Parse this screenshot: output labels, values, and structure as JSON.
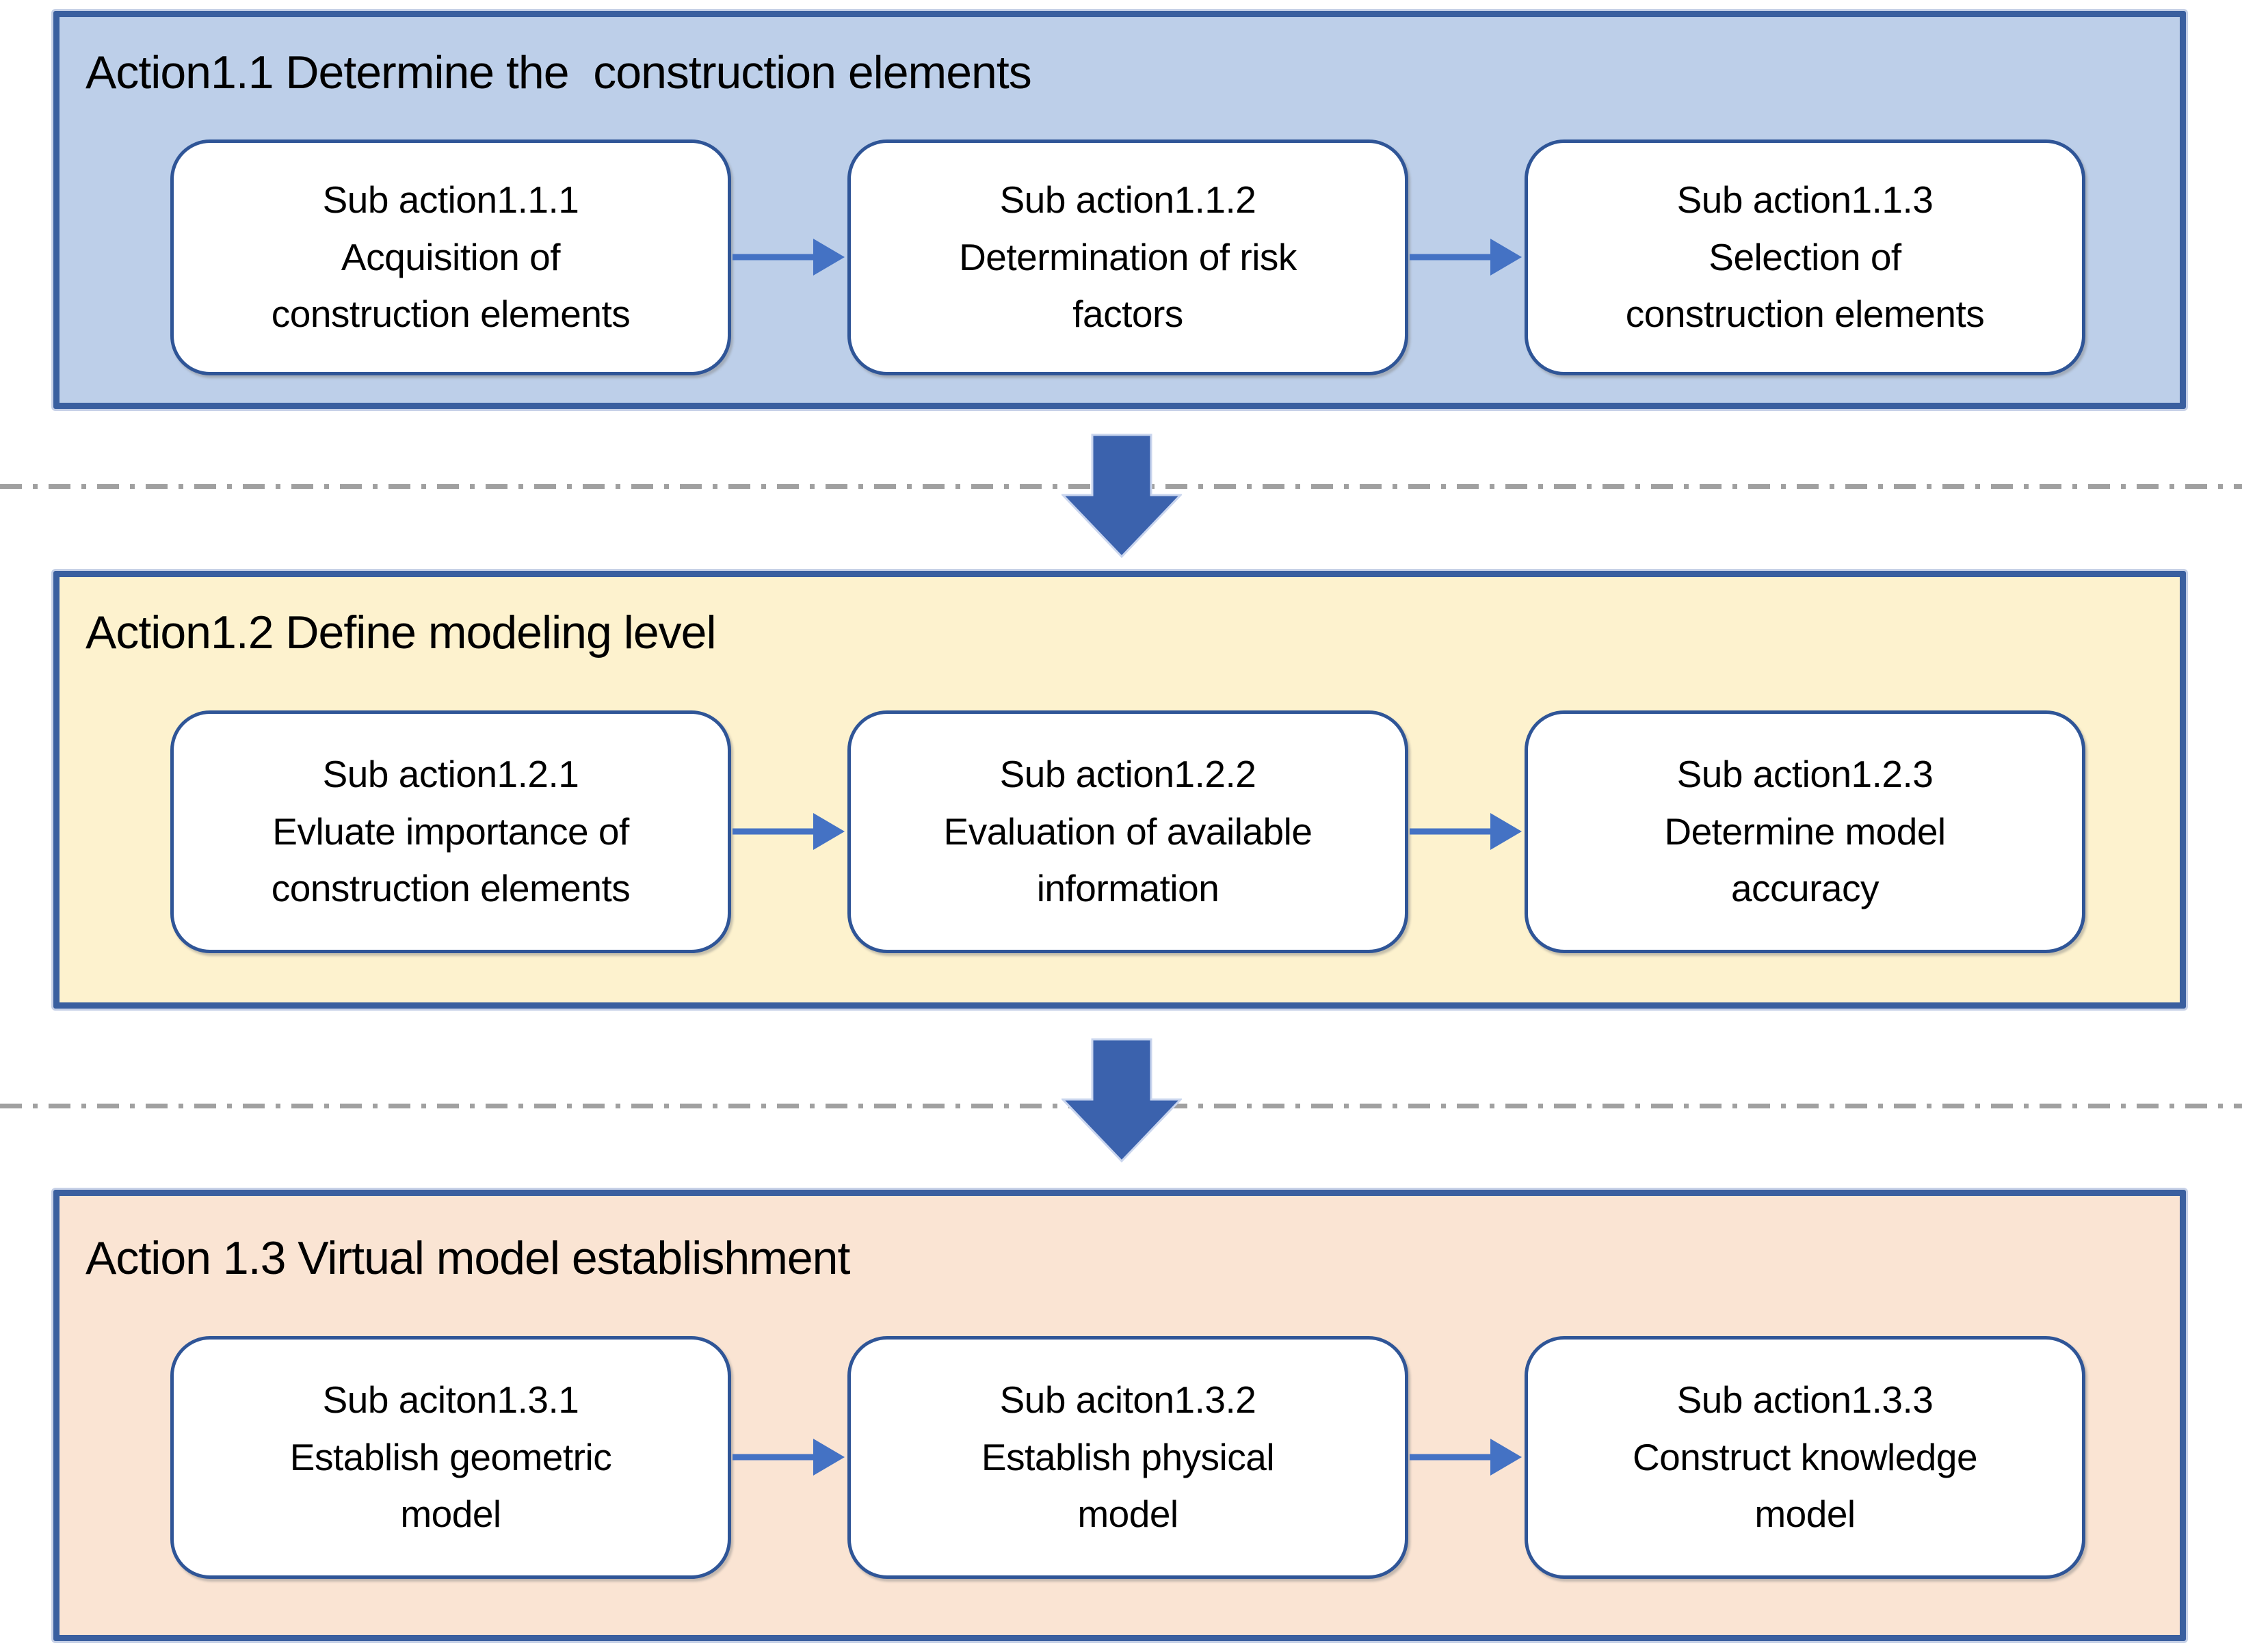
{
  "colors": {
    "section1_fill": "#BDCFE9",
    "section2_fill": "#FDF2CE",
    "section3_fill": "#FAE4D3",
    "section_border": "#3A5F9F",
    "subbox_border": "#2F5597",
    "subbox_fill": "#FFFFFF",
    "small_arrow": "#4472C4",
    "big_arrow_fill": "#3B62AD",
    "big_arrow_edge": "#C9D5EE",
    "divider": "#A0A0A0",
    "text": "#000000"
  },
  "sections": [
    {
      "title": "Action1.1 Determine the  construction elements",
      "boxes": [
        {
          "text": "Sub action1.1.1\nAcquisition of\nconstruction elements"
        },
        {
          "text": "Sub action1.1.2\nDetermination of risk\nfactors"
        },
        {
          "text": "Sub action1.1.3\nSelection of\nconstruction elements"
        }
      ]
    },
    {
      "title": "Action1.2 Define modeling level",
      "boxes": [
        {
          "text": "Sub action1.2.1\nEvluate importance of\nconstruction elements"
        },
        {
          "text": "Sub action1.2.2\nEvaluation of available\ninformation"
        },
        {
          "text": "Sub action1.2.3\nDetermine model\naccuracy"
        }
      ]
    },
    {
      "title": "Action 1.3 Virtual model establishment",
      "boxes": [
        {
          "text": "Sub aciton1.3.1\nEstablish geometric\nmodel"
        },
        {
          "text": "Sub aciton1.3.2\nEstablish physical\nmodel"
        },
        {
          "text": "Sub action1.3.3\nConstruct knowledge\nmodel"
        }
      ]
    }
  ]
}
